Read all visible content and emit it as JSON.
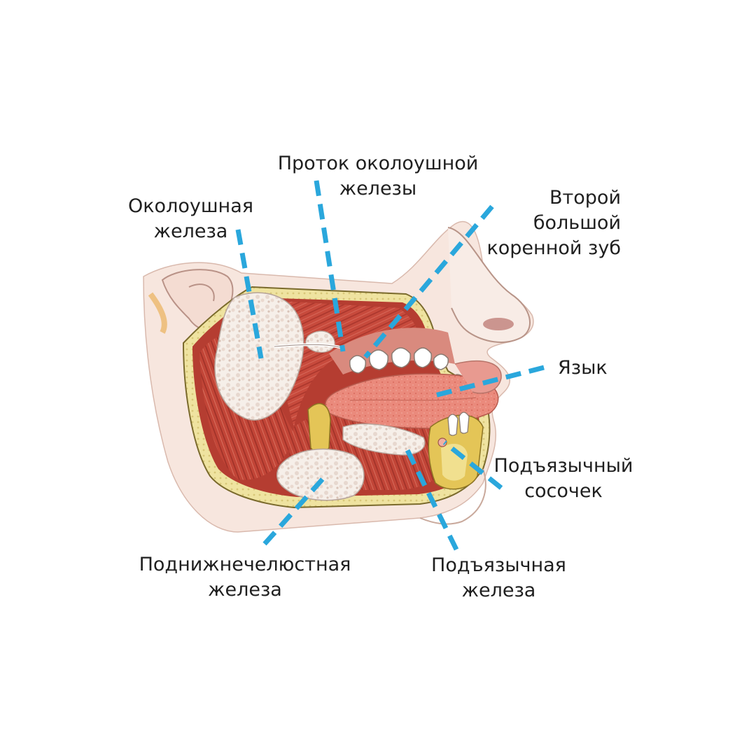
{
  "colors": {
    "leader_line": "#2aa7dc",
    "muscle": "#c9483c",
    "muscle_dark": "#9e2f27",
    "gland": "#f4ece6",
    "skin": "#f6e3da",
    "bone": "#e3c55a",
    "tongue": "#e9897c",
    "tooth": "#ffffff",
    "fat": "#f2e7a6"
  },
  "labels": {
    "parotid_gland": {
      "line1": "Околоушная",
      "line2": "железа"
    },
    "parotid_duct": {
      "line1": "Проток околоушной",
      "line2": "железы"
    },
    "second_molar": {
      "line1": "Второй",
      "line2": "большой",
      "line3": "коренной зуб"
    },
    "tongue": {
      "line1": "Язык"
    },
    "sublingual_papilla": {
      "line1": "Подъязычный",
      "line2": "сосочек"
    },
    "submandibular_gland": {
      "line1": "Поднижнечелюстная",
      "line2": "железа"
    },
    "sublingual_gland": {
      "line1": "Подъязычная",
      "line2": "железа"
    }
  },
  "icons": [
    "ear-icon",
    "nose-icon",
    "tooth-icon"
  ]
}
